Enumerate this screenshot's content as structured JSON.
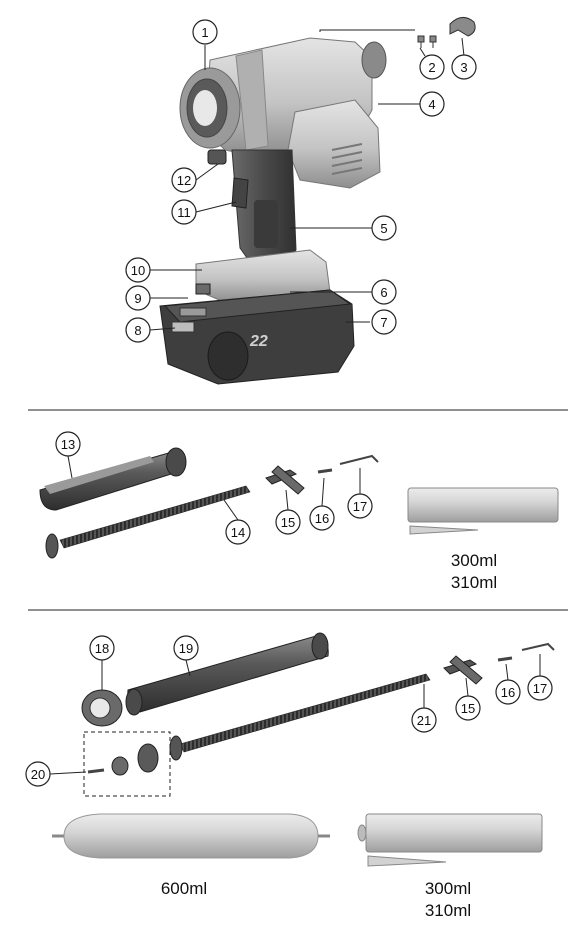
{
  "callouts": [
    "1",
    "2",
    "3",
    "4",
    "5",
    "6",
    "7",
    "8",
    "9",
    "10",
    "11",
    "12",
    "13",
    "14",
    "15",
    "16",
    "17",
    "18",
    "19",
    "20",
    "21"
  ],
  "battery_badge": "22",
  "volume_labels": {
    "a_line1": "300ml",
    "a_line2": "310ml",
    "b_single": "600ml",
    "c_line1": "300ml",
    "c_line2": "310ml"
  },
  "colors": {
    "tool_body": "#c9c9c9",
    "tool_dark": "#4a4a4a",
    "battery": "#3f3f3f",
    "cartridge": "#d6d6d6",
    "line": "#222222"
  }
}
